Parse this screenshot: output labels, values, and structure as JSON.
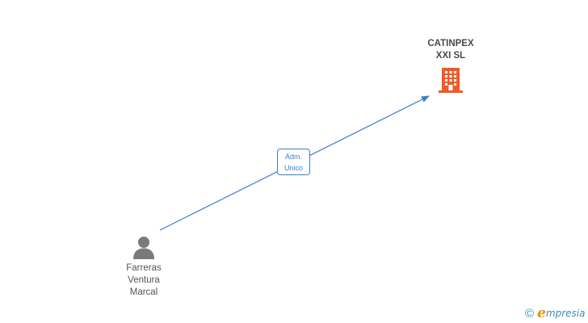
{
  "company": {
    "name_line1": "CATINPEX",
    "name_line2": "XXI SL",
    "icon": "building-icon",
    "color": "#f05a28"
  },
  "person": {
    "name_line1": "Farreras",
    "name_line2": "Ventura",
    "name_line3": "Marcal",
    "icon": "person-icon",
    "color": "#7a7a7a"
  },
  "relation": {
    "role_line1": "Adm.",
    "role_line2": "Unico",
    "color": "#3b7fcc"
  },
  "brand": {
    "copyright_symbol": "©",
    "logo_first_letter": "e",
    "logo_rest": "mpresia"
  }
}
